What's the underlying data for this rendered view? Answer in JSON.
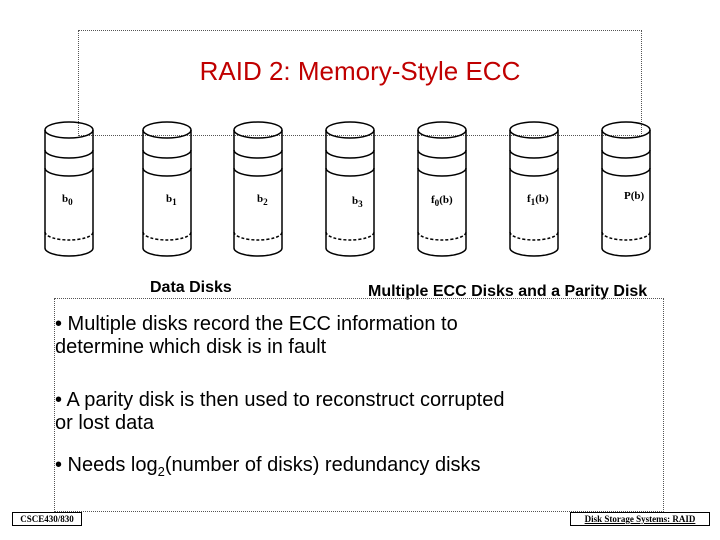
{
  "slide": {
    "title": "RAID 2: Memory-Style ECC",
    "disks": [
      {
        "label": "b0",
        "base": "b",
        "sub": "0"
      },
      {
        "label": "b1",
        "base": "b",
        "sub": "1"
      },
      {
        "label": "b2",
        "base": "b",
        "sub": "2"
      },
      {
        "label": "b3",
        "base": "b",
        "sub": "3"
      },
      {
        "label": "f0(b)",
        "base": "f",
        "sub": "0",
        "tail": "(b)"
      },
      {
        "label": "f1(b)",
        "base": "f",
        "sub": "1",
        "tail": "(b)"
      },
      {
        "label": "P(b)",
        "base": "P(b)",
        "sub": "",
        "tail": ""
      }
    ],
    "caption_data_disks": "Data Disks",
    "caption_ecc_disks": "Multiple ECC Disks and a Parity Disk",
    "bullets": [
      {
        "line1": "• Multiple disks record the ECC information to",
        "line2": "determine which disk is in fault"
      },
      {
        "line1": "• A parity disk is then used to reconstruct corrupted",
        "line2": "or lost data"
      },
      {
        "pre": "• Needs log",
        "sub": "2",
        "post": "(number of disks) redundancy disks"
      }
    ],
    "footer_left": "CSCE430/830",
    "footer_right": "Disk Storage Systems: RAID"
  }
}
